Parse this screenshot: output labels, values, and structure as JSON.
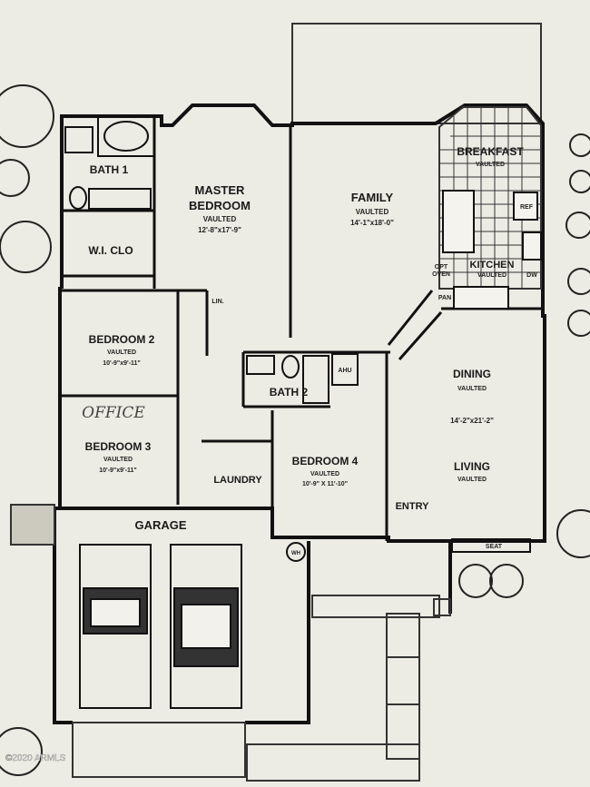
{
  "rooms": {
    "bath1": {
      "name": "BATH 1"
    },
    "master": {
      "name1": "MASTER",
      "name2": "BEDROOM",
      "note": "VAULTED",
      "size": "12'-8\"x17'-9\""
    },
    "family": {
      "name": "FAMILY",
      "note": "VAULTED",
      "size": "14'-1\"x18'-0\""
    },
    "breakfast": {
      "name": "BREAKFAST",
      "note": "VAULTED"
    },
    "wic": {
      "name": "W.I. CLO"
    },
    "kitchen": {
      "name": "KITCHEN",
      "note": "VAULTED"
    },
    "bedroom2": {
      "name": "BEDROOM 2",
      "note": "VAULTED",
      "size": "10'-9\"x9'-11\""
    },
    "bath2": {
      "name": "BATH 2"
    },
    "dining": {
      "name": "DINING",
      "note": "VAULTED"
    },
    "living": {
      "name": "LIVING",
      "note": "VAULTED"
    },
    "living_size": "14'-2\"x21'-2\"",
    "bedroom3": {
      "name": "BEDROOM 3",
      "note": "VAULTED",
      "size": "10'-9\"x9'-11\""
    },
    "office_note": "OFFICE",
    "bedroom4": {
      "name": "BEDROOM 4",
      "note": "VAULTED",
      "size": "10'-9\" X 11'-10\""
    },
    "laundry": {
      "name": "LAUNDRY"
    },
    "garage": {
      "name": "GARAGE"
    },
    "entry": {
      "name": "ENTRY"
    }
  },
  "fixtures": {
    "ref": "REF",
    "opt_oven": [
      "OPT",
      "OVEN"
    ],
    "dw": "DW",
    "pan": "PAN",
    "lin": "LIN.",
    "ahu": "AHU",
    "wh": "WH",
    "seat": "SEAT"
  },
  "watermark": "©2020 ARMLS"
}
